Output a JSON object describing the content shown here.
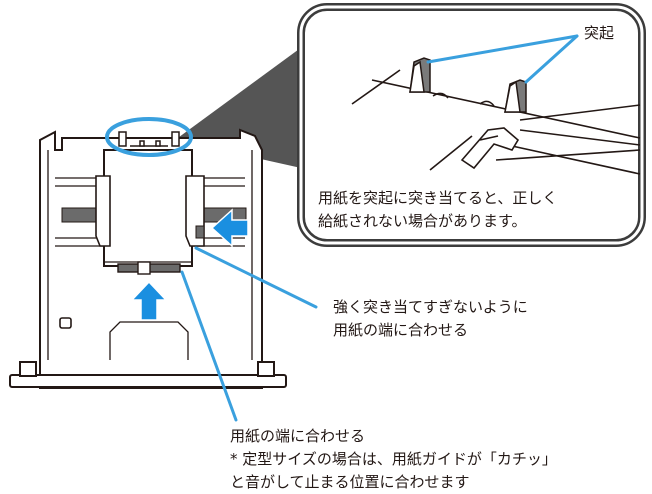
{
  "callout": {
    "protrusion_label": "突起",
    "warning_line1": "用紙を突起に突き当てると、正しく",
    "warning_line2": "給紙されない場合があります。"
  },
  "side_note": {
    "line1": "強く突き当てすぎないように",
    "line2": "用紙の端に合わせる"
  },
  "front_note": {
    "line1": "用紙の端に合わせる",
    "line2": "* 定型サイズの場合は、用紙ガイドが「カチッ」",
    "line3": "と音がして止まる位置に合わせます"
  },
  "colors": {
    "leader_line": "#3aa0de",
    "arrow": "#1a8fe0",
    "outline": "#231815",
    "shadow": "#555555",
    "callout_border": "#3c3c3c"
  },
  "icons": [
    "arrow-up-icon",
    "arrow-left-icon"
  ]
}
